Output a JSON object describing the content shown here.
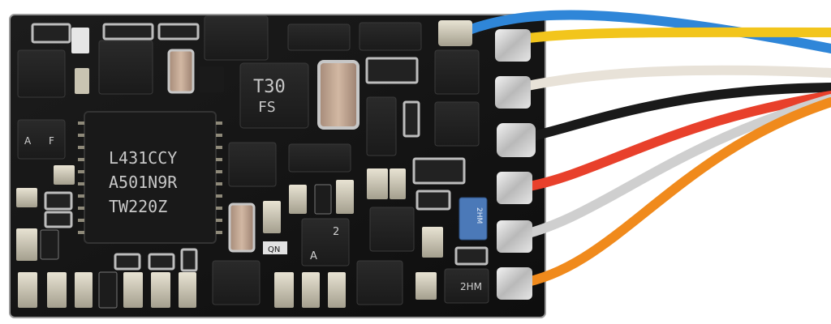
{
  "photo": {
    "colors": {
      "background": "#ffffff",
      "pcb": "#151515",
      "pcb_edge": "#bfbfbf",
      "ic_body": "#232323",
      "pad_metal": "#c9c4b2",
      "solder": "#d6d6d6"
    },
    "main_chip": {
      "line1": "L431CCY",
      "line2": "A501N9R",
      "line3": "TW220Z"
    },
    "markings": {
      "ic_t30": "T30",
      "ic_t30_sub": "FS",
      "cap_2hm_bottom": "2HM",
      "cap_2hm_blue": "2HM",
      "tiny_qn": "QN",
      "ic_a_left": "A",
      "ic_2_right": "2",
      "ic_a_top": "A",
      "ic_f": "F"
    },
    "wires": [
      {
        "color": "#2f86d8"
      },
      {
        "color": "#f2c51c"
      },
      {
        "color": "#e8e2d8"
      },
      {
        "color": "#1a1a1a"
      },
      {
        "color": "#e8402b"
      },
      {
        "color": "#cfcfcf"
      },
      {
        "color": "#f08a1c"
      }
    ]
  }
}
